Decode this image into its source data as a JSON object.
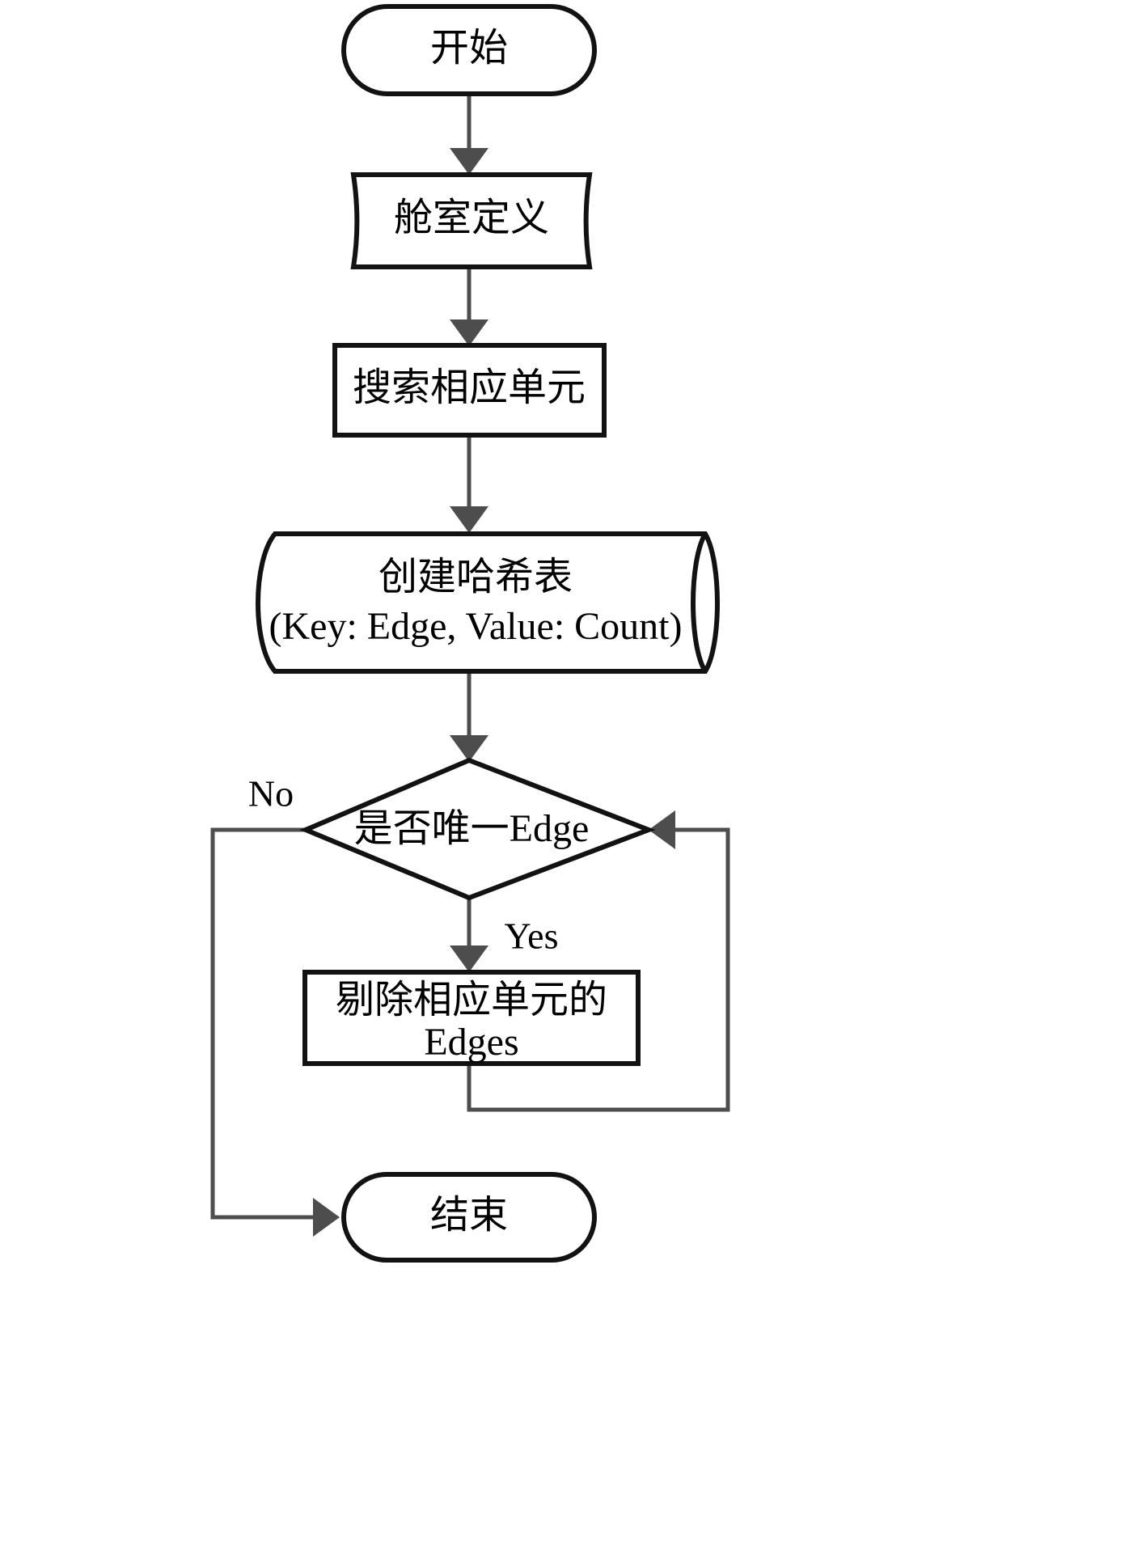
{
  "diagram": {
    "title": "Flowchart",
    "type": "flowchart",
    "background_color": "#ffffff",
    "shape_stroke_color": "#121212",
    "connector_color": "#4d4d4d",
    "text_color": "#000000",
    "nodes": [
      {
        "id": "start",
        "shape": "stadium",
        "label": "开始"
      },
      {
        "id": "cabin-def",
        "shape": "tape",
        "label": "舱室定义"
      },
      {
        "id": "search",
        "shape": "process",
        "label": "搜索相应单元"
      },
      {
        "id": "hash",
        "shape": "cylinder",
        "label_line1": "创建哈希表",
        "label_line2": "(Key: Edge, Value: Count)"
      },
      {
        "id": "decision",
        "shape": "diamond",
        "label": "是否唯一Edge"
      },
      {
        "id": "remove",
        "shape": "process",
        "label_line1": "剔除相应单元的",
        "label_line2": "Edges"
      },
      {
        "id": "end",
        "shape": "stadium",
        "label": "结束"
      }
    ],
    "edges": [
      {
        "id": "e-start-cabin",
        "from": "start",
        "to": "cabin-def",
        "label": ""
      },
      {
        "id": "e-cabin-search",
        "from": "cabin-def",
        "to": "search",
        "label": ""
      },
      {
        "id": "e-search-hash",
        "from": "search",
        "to": "hash",
        "label": ""
      },
      {
        "id": "e-hash-decision",
        "from": "hash",
        "to": "decision",
        "label": ""
      },
      {
        "id": "e-decision-no-end",
        "from": "decision",
        "to": "end",
        "label": "No"
      },
      {
        "id": "e-decision-yes",
        "from": "decision",
        "to": "remove",
        "label": "Yes"
      },
      {
        "id": "e-remove-decision",
        "from": "remove",
        "to": "decision",
        "label": ""
      }
    ],
    "labels": {
      "no": "No",
      "yes": "Yes"
    }
  }
}
